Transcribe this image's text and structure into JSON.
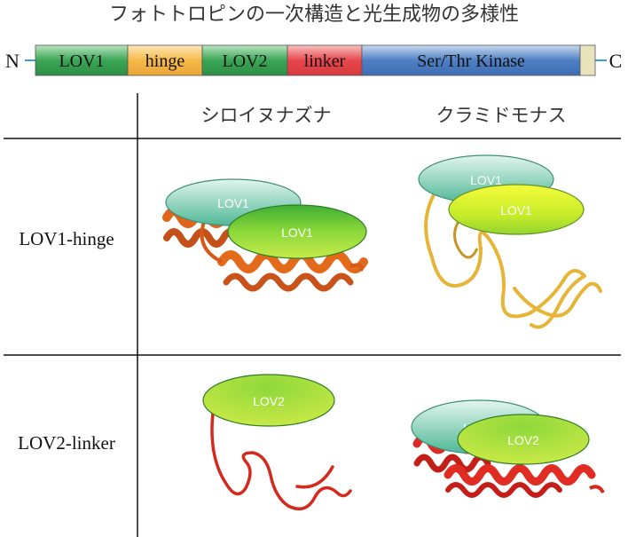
{
  "title": "フォトトロピンの一次構造と光生成物の多様性",
  "protein": {
    "n_terminus": "N",
    "c_terminus": "C",
    "domains": [
      {
        "label": "LOV1",
        "color": "#3aa655"
      },
      {
        "label": "hinge",
        "color": "#f5b94a"
      },
      {
        "label": "LOV2",
        "color": "#3aa655"
      },
      {
        "label": "linker",
        "color": "#e8474c"
      },
      {
        "label": "Ser/Thr Kinase",
        "color": "#4f7fc4"
      },
      {
        "label": "",
        "color": "#e6e0b8"
      }
    ]
  },
  "table": {
    "columns": [
      "シロイヌナズナ",
      "クラミドモナス"
    ],
    "rows": [
      "LOV1-hinge",
      "LOV2-linker"
    ]
  },
  "cells": {
    "r1c1": {
      "back": "LOV1",
      "front": "LOV1"
    },
    "r1c2": {
      "back": "LOV1",
      "front": "LOV1"
    },
    "r2c1": {
      "single": "LOV2"
    },
    "r2c2": {
      "back": "LOV2",
      "front": "LOV2"
    }
  },
  "colors": {
    "helix_orange": "#e0651a",
    "coil_yellow": "#e6b437",
    "coil_red": "#d42a1e",
    "helix_red": "#de2a22",
    "lov_teal": "#5fc4a8",
    "lov_green": "#7fd13a",
    "lov_yellow": "#e8f520"
  }
}
